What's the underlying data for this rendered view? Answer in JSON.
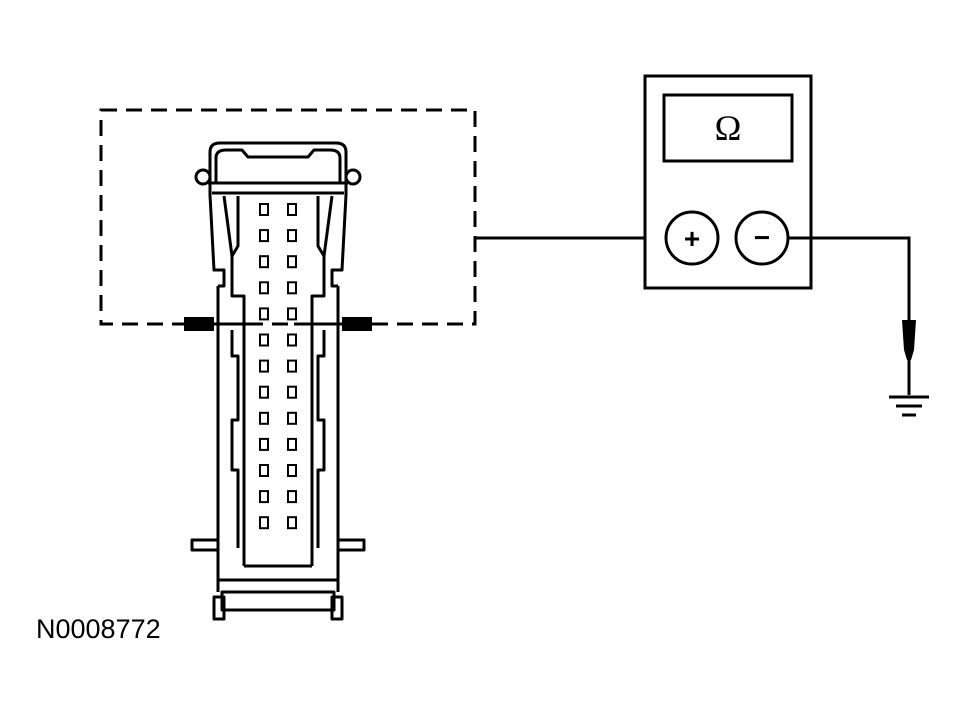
{
  "figure": {
    "id_label": "N0008772"
  },
  "meter": {
    "display_symbol": "Ω",
    "positive_terminal_label": "+",
    "negative_terminal_label": "−"
  },
  "connector": {
    "pin_rows": 13,
    "pin_columns": 2,
    "probed_row": 5
  },
  "icons": {
    "ground": "ground-symbol-icon",
    "probe": "test-probe-icon"
  },
  "colors": {
    "line": "#000000",
    "background": "#ffffff"
  }
}
